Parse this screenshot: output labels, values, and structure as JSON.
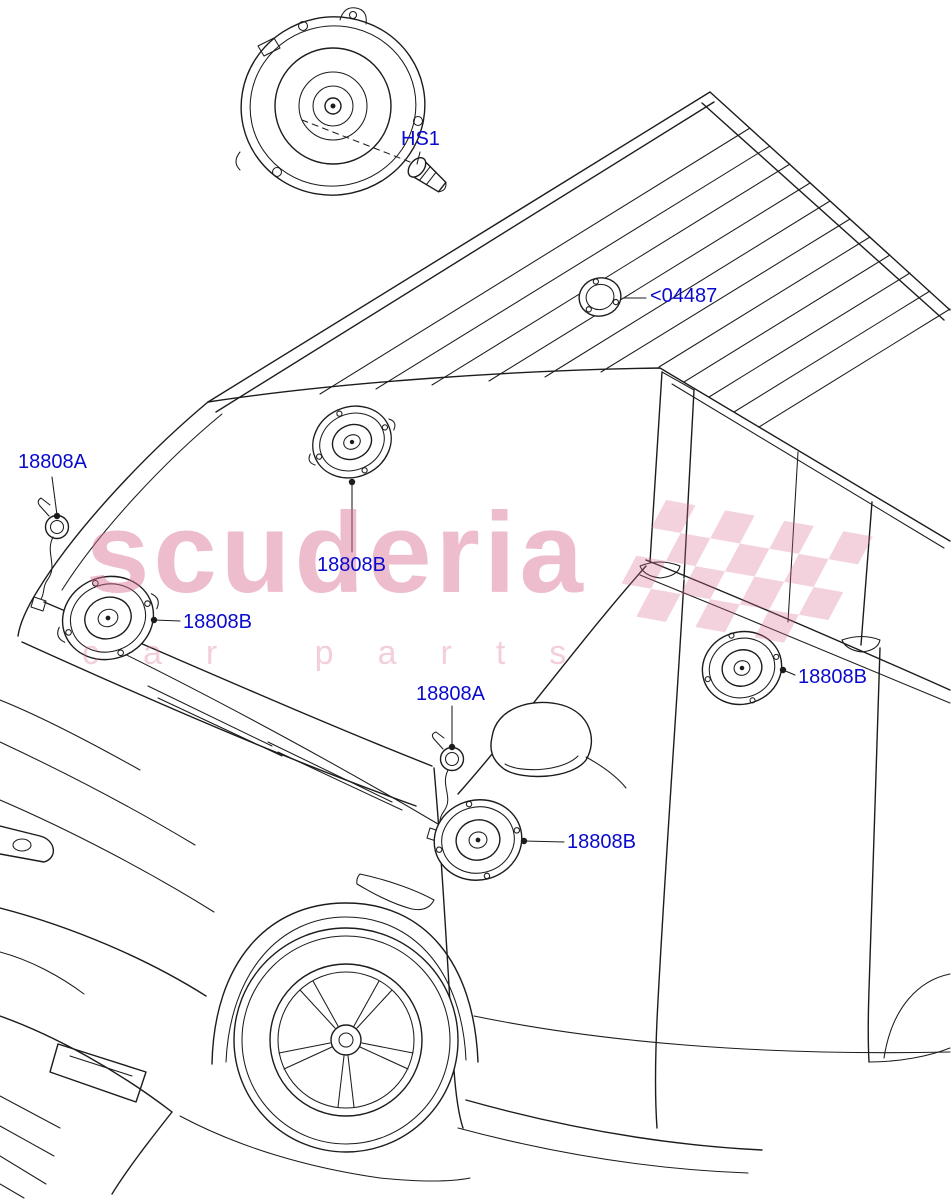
{
  "diagram": {
    "title": "speakers-parts-diagram",
    "callouts": [
      {
        "id": "screw",
        "label": "HS1"
      },
      {
        "id": "grommet",
        "label": "<04487"
      },
      {
        "id": "tweeter-a-pillar",
        "label": "18808A"
      },
      {
        "id": "speaker-dash",
        "label": "18808B"
      },
      {
        "id": "speaker-front-left",
        "label": "18808B"
      },
      {
        "id": "tweeter-front-door",
        "label": "18808A"
      },
      {
        "id": "speaker-front-door",
        "label": "18808B"
      },
      {
        "id": "speaker-rear-door",
        "label": "18808B"
      }
    ]
  },
  "watermark": {
    "brand": "scuderia",
    "tagline": "car parts"
  },
  "colors": {
    "label": "#0a0acd",
    "line": "#1c1c1c",
    "watermark": "#d96d92",
    "background": "#ffffff"
  }
}
